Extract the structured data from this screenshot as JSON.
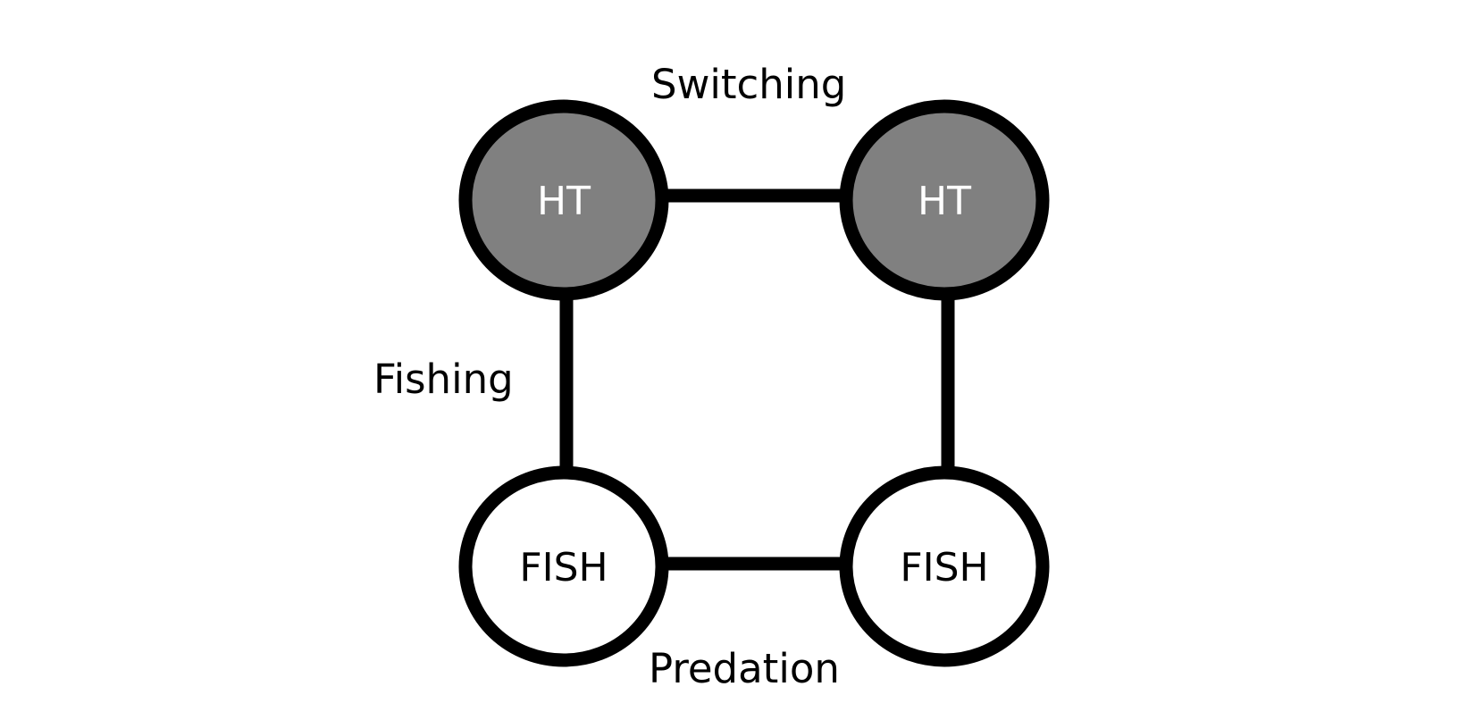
{
  "nodes": {
    "top_left": {
      "label": "HT",
      "fill": "#808080",
      "text_color": "#ffffff"
    },
    "top_right": {
      "label": "HT",
      "fill": "#808080",
      "text_color": "#ffffff"
    },
    "bottom_left": {
      "label": "FISH",
      "fill": "#ffffff",
      "text_color": "#000000"
    },
    "bottom_right": {
      "label": "FISH",
      "fill": "#ffffff",
      "text_color": "#000000"
    }
  },
  "edge_labels": {
    "top": "Switching",
    "left": "Fishing",
    "bottom": "Predation"
  },
  "colors": {
    "stroke": "#000000",
    "background": "#ffffff"
  }
}
